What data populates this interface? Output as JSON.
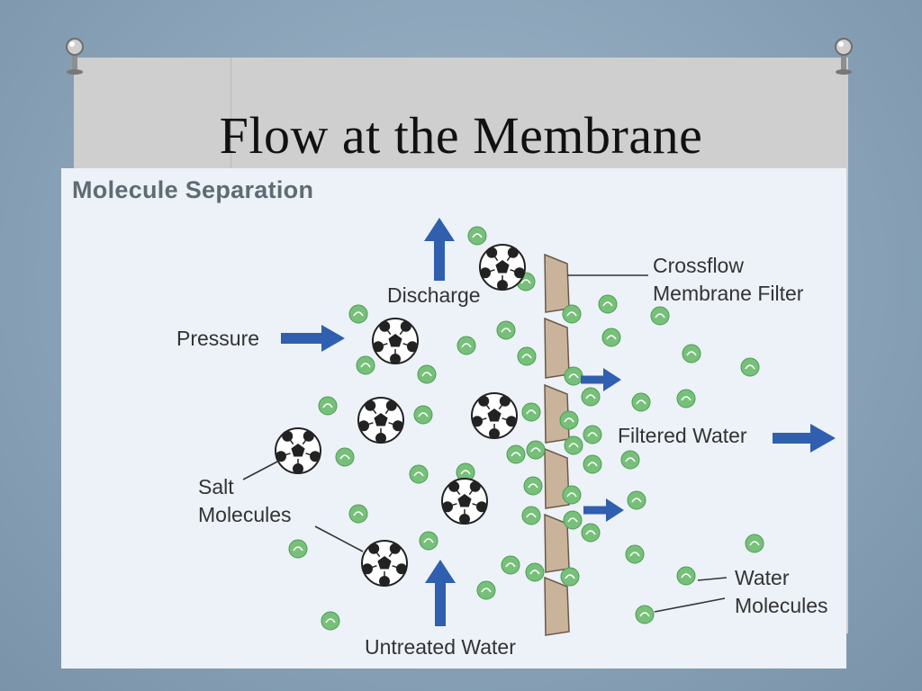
{
  "slide": {
    "title": "Flow at the Membrane"
  },
  "figure": {
    "title": "Molecule Separation",
    "labels": {
      "discharge": "Discharge",
      "pressure": "Pressure",
      "salt_line1": "Salt",
      "salt_line2": "Molecules",
      "untreated_water": "Untreated Water",
      "filter_line1": "Crossflow",
      "filter_line2": "Membrane Filter",
      "filtered_water": "Filtered Water",
      "water_line1": "Water",
      "water_line2": "Molecules"
    },
    "colors": {
      "arrow": "#2f5fae",
      "membrane": "#c9b39b",
      "membrane_edge": "#6b5a48",
      "water_molecule": "#77c07a",
      "salt_molecule_light": "#ffffff",
      "salt_molecule_dark": "#222222",
      "figure_background": "#ecf2f8",
      "slide_paper": "#cfcfcf"
    },
    "icons": [
      "push-pin-icon",
      "arrow-icon",
      "soccer-ball-salt-molecule-icon",
      "water-molecule-icon"
    ]
  }
}
